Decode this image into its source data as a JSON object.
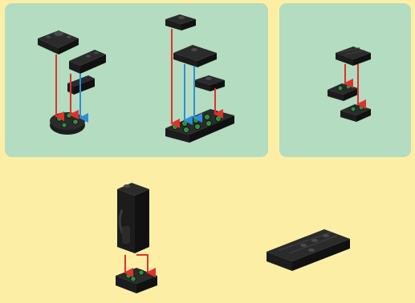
{
  "colors": {
    "page_background": "#fcefa5",
    "panel_background": "#b3dcc1",
    "brick": "#1c1c1c",
    "brick_top": "#2b2b2b",
    "stud_highlight": "#4a4a4a",
    "attach_point": "#2f8f3e",
    "arrow_red": "#e0322a",
    "arrow_blue": "#2e8fd6"
  },
  "steps": [
    {
      "name": "sub-assembly-step-a",
      "pieces": [
        "plate-2x2-round-stud",
        "bracket-1x2-upright",
        "bracket-1x2-lower",
        "round-plate-base"
      ]
    },
    {
      "name": "sub-assembly-step-b",
      "pieces": [
        "tile-1x2-top",
        "plate-2x2",
        "tile-1x2-side",
        "plate-4x6-base"
      ]
    },
    {
      "name": "sub-assembly-step-c",
      "pieces": [
        "tile-1x2",
        "plate-1x2-left",
        "plate-1x2-right"
      ]
    },
    {
      "name": "main-build-step-d",
      "pieces": [
        "panel-upright",
        "plate-2x2-base"
      ]
    },
    {
      "name": "main-build-result",
      "pieces": [
        "completed-base-assembly"
      ]
    }
  ]
}
